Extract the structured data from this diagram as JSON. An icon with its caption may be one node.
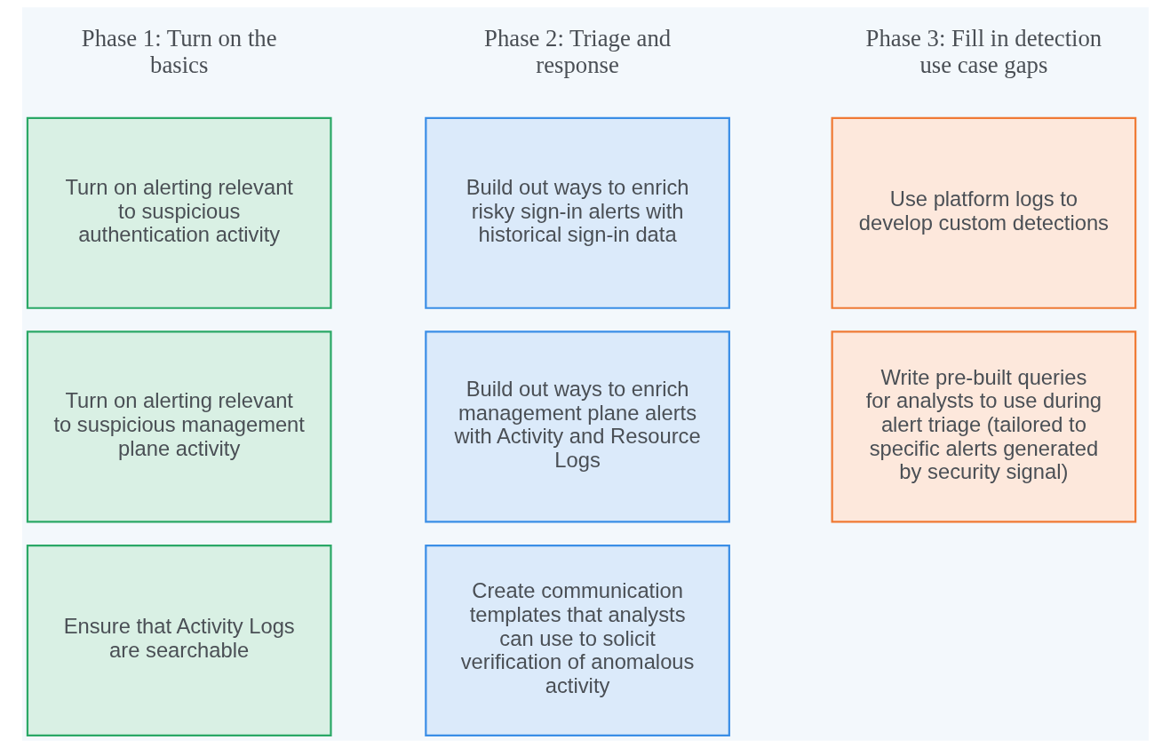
{
  "diagram": {
    "nodes": [
      {
        "text": [
          "Turn on alerting relevant to suspicious authentication activity"
        ]
      },
      {
        "text": [
          "Turn on alerting relevant to suspicious management plane activity"
        ]
      },
      {
        "text": [
          "Ensure that Activity Logs are searchable"
        ]
      },
      {
        "text": [
          "Build out ways to enrich risky sign-in alerts with historical sign-in data"
        ]
      },
      {
        "text": [
          "Build out ways to enrich management plane alerts with Activity and Resource Logs"
        ]
      },
      {
        "text": [
          "Create communication templates that analysts can use to solicit verification of anomalous activity"
        ]
      },
      {
        "text": [
          "Use platform logs to develop custom detections"
        ]
      },
      {
        "text": [
          "Write pre-built queries for analysts to use during alert triage (tailored to specific alerts generated by security signal)"
        ]
      }
    ],
    "edges": [],
    "labels": [
      "Phase 1: Turn on the basics",
      "Phase 2: Triage and response",
      "Phase 3: Fill in detection use case gaps"
    ]
  }
}
